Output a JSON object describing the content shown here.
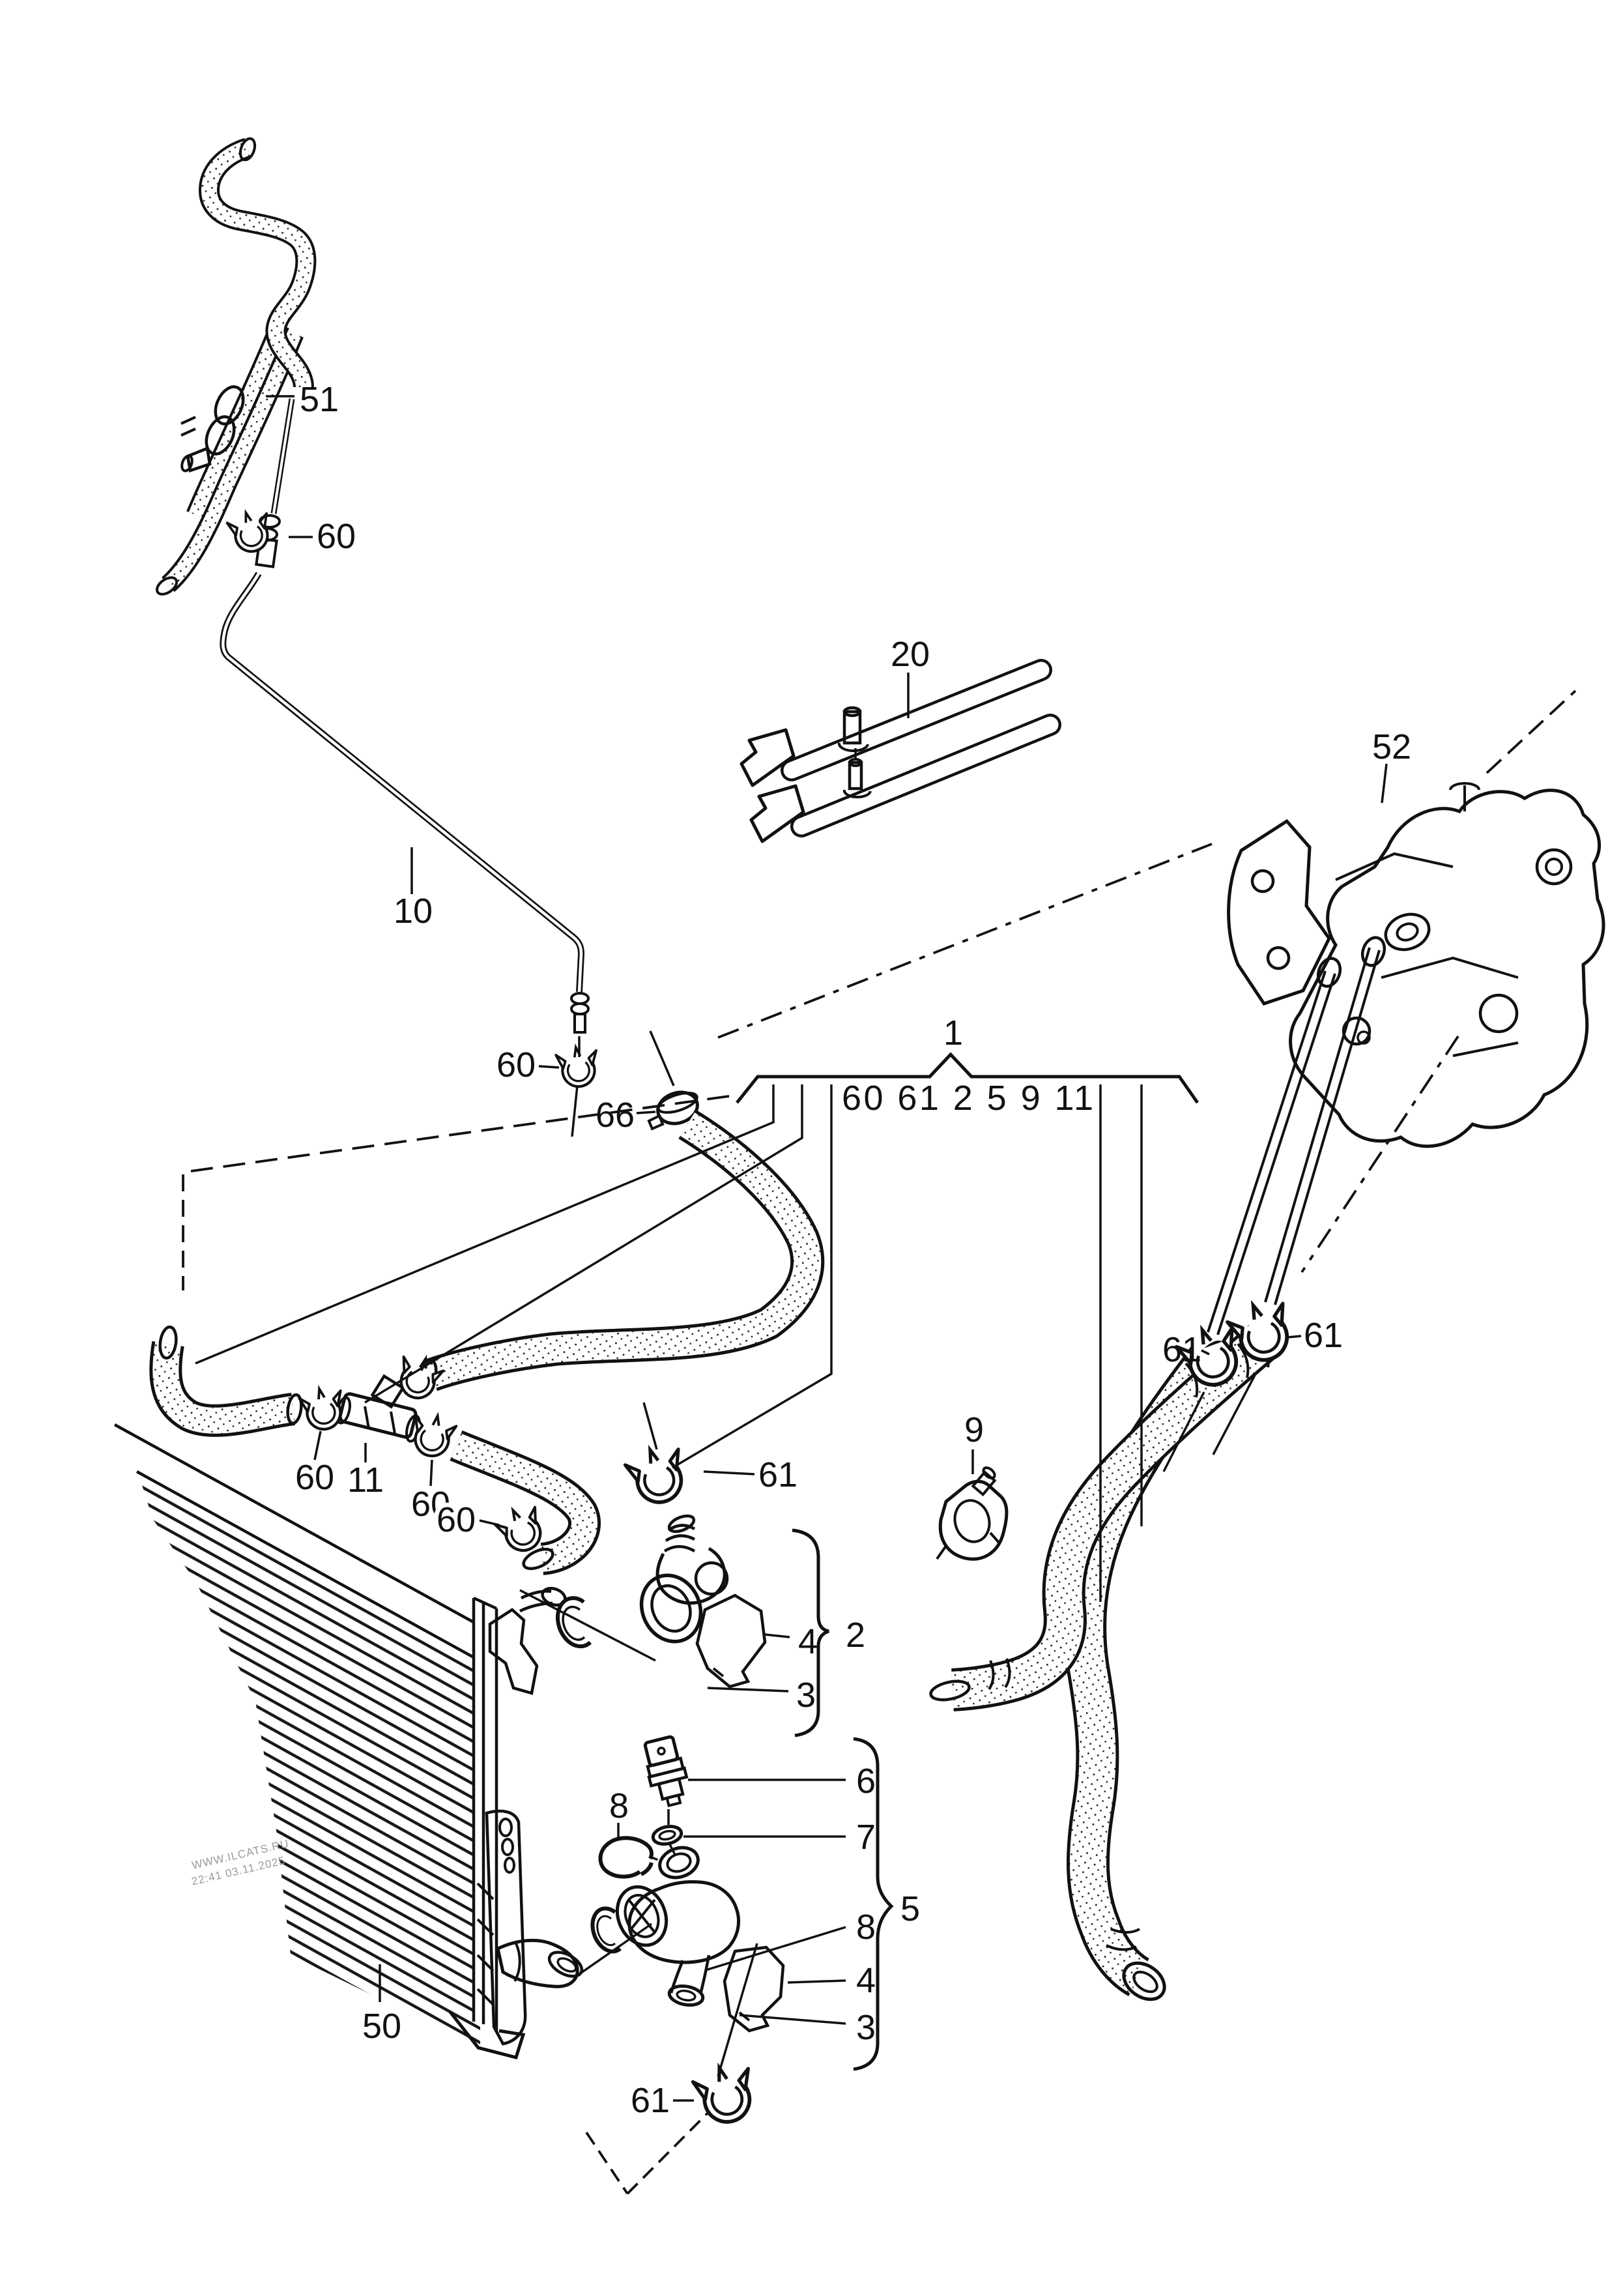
{
  "watermark": {
    "line1": "WWW.ILCATS.RU",
    "line2": "22:41 03.11.2025"
  },
  "group1": {
    "label": "1",
    "contents": "60 61 2 5 9 11"
  },
  "labels": {
    "p1": "1",
    "p2": "2",
    "p3": "3",
    "p4": "4",
    "p5": "5",
    "p6": "6",
    "p7": "7",
    "p8": "8",
    "p9": "9",
    "p10": "10",
    "p11": "11",
    "p20": "20",
    "p50": "50",
    "p51": "51",
    "p52": "52",
    "p60": "60",
    "p61": "61",
    "p66": "66"
  }
}
